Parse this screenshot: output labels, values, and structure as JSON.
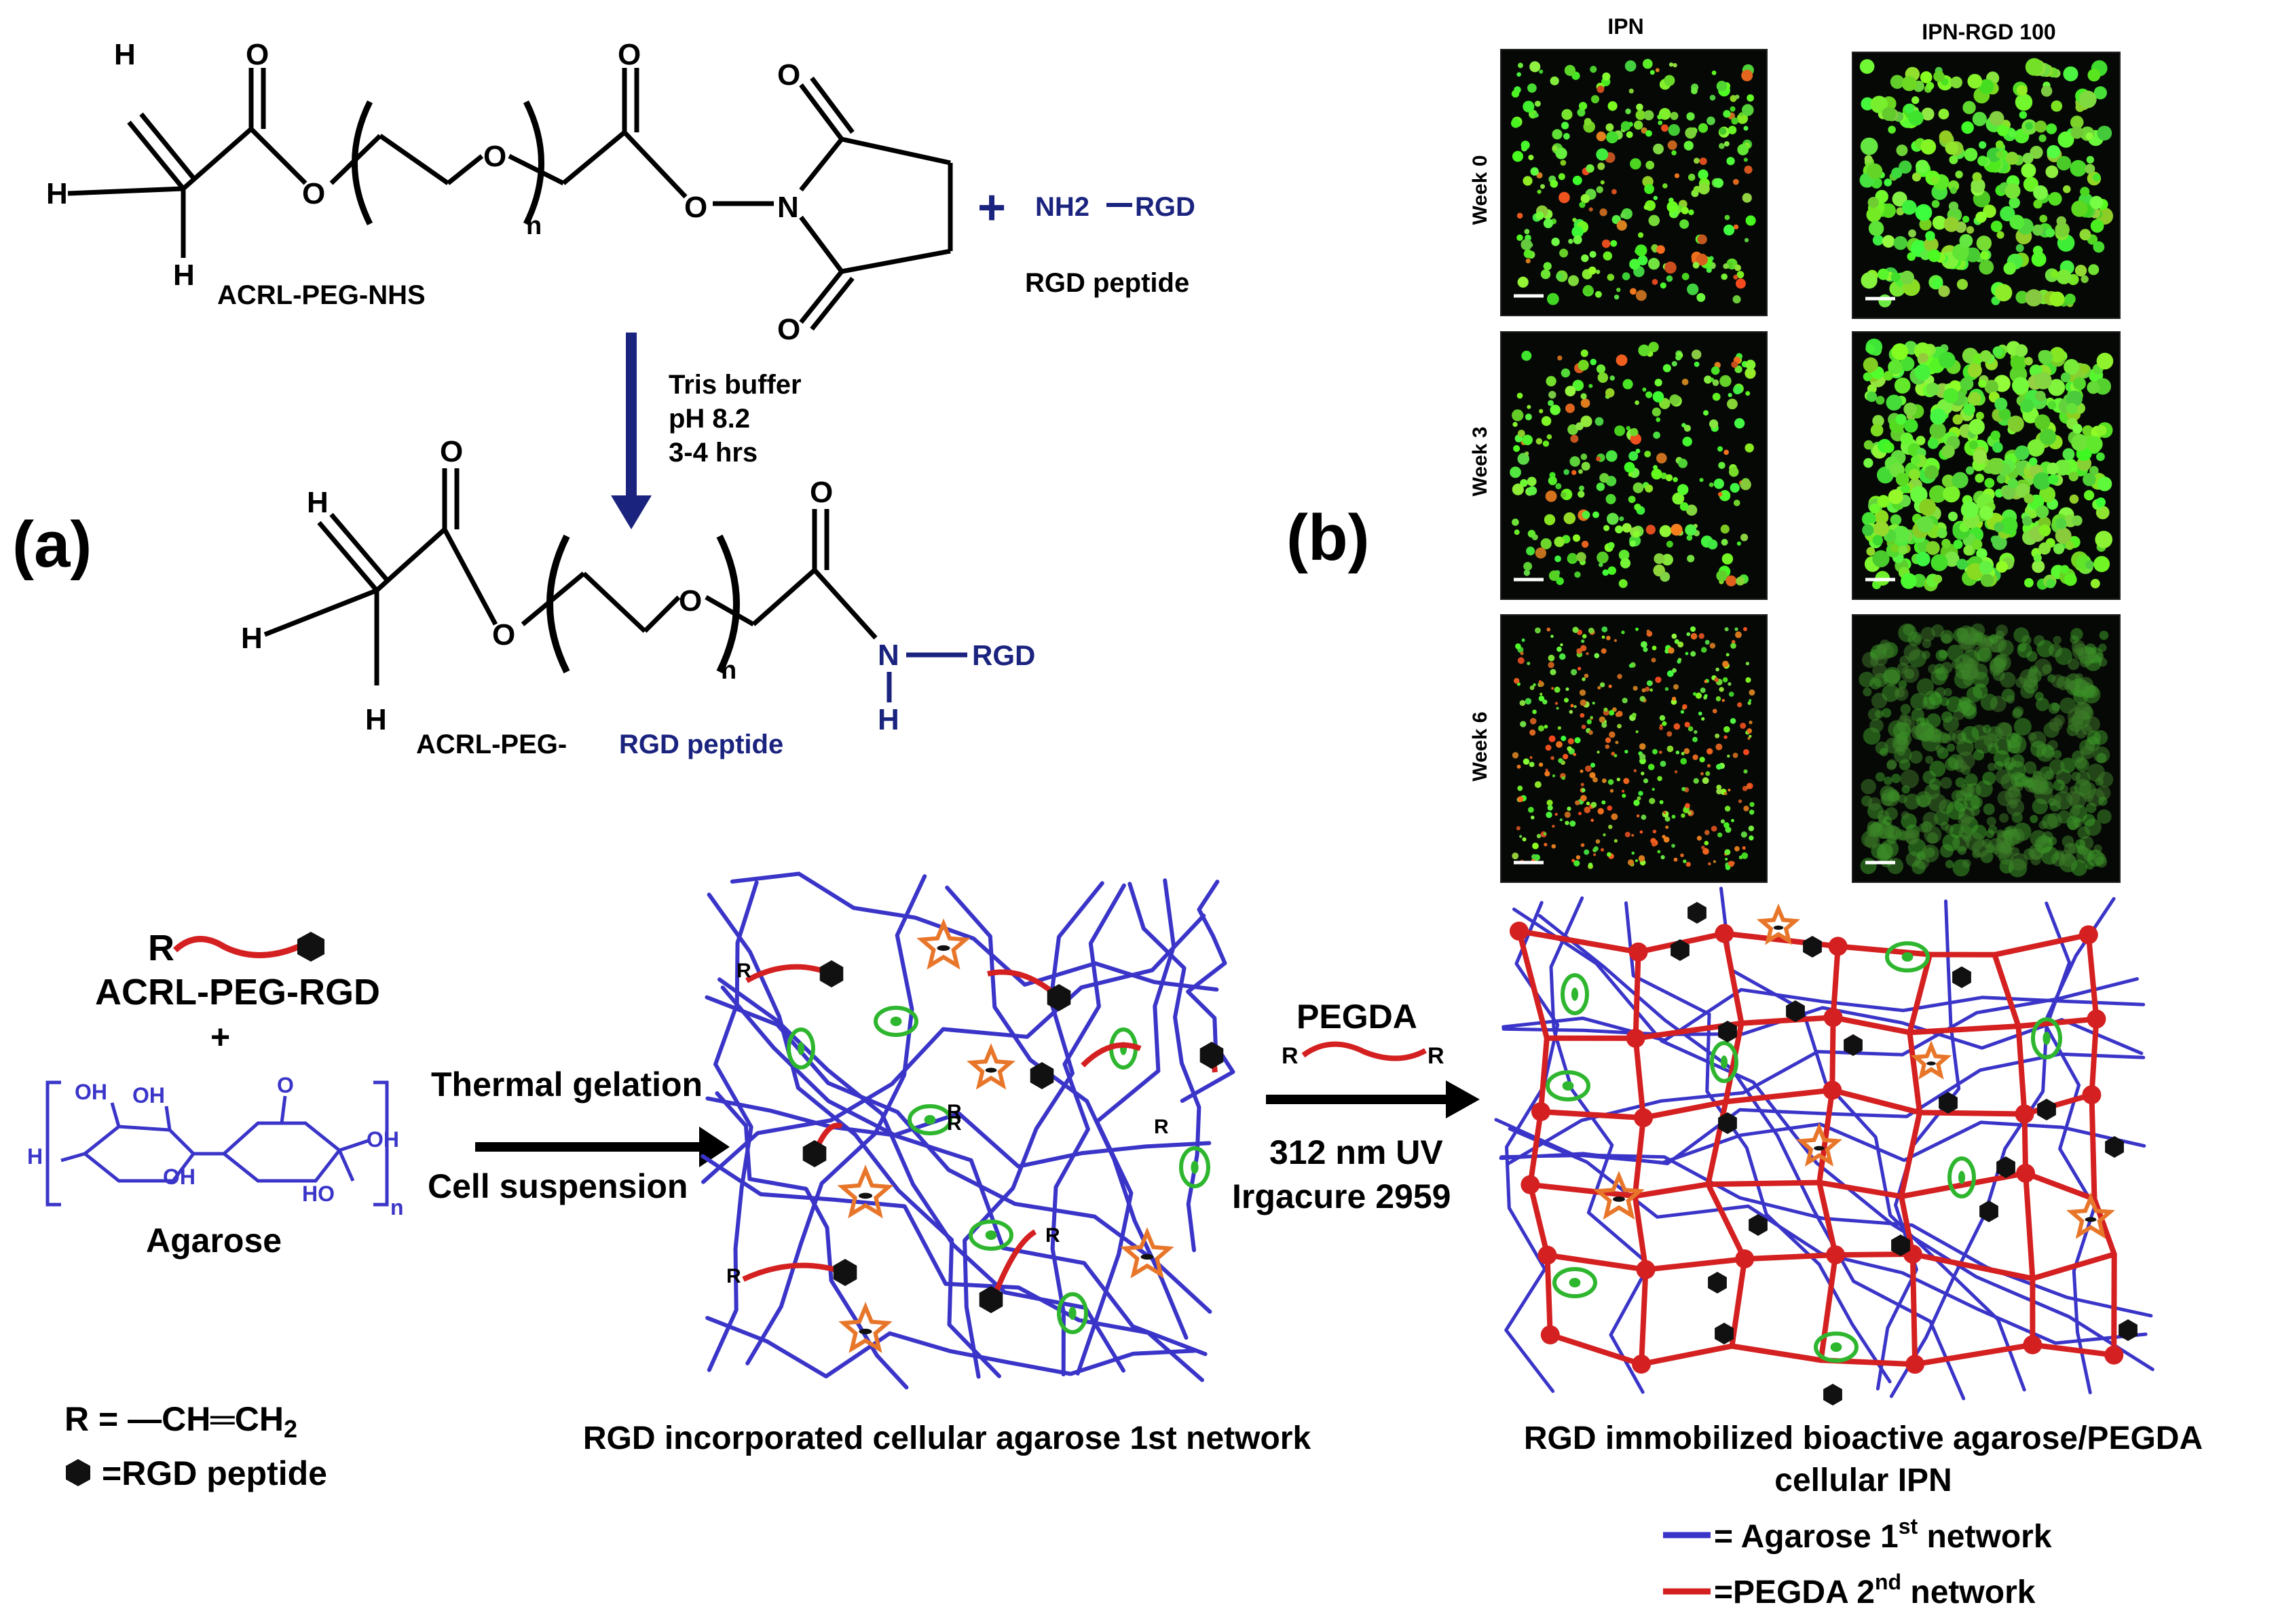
{
  "labels": {
    "panel_a": "(a)",
    "panel_b": "(b)"
  },
  "reaction": {
    "reactant1_name": "ACRL-PEG-NHS",
    "plus": "+",
    "reagent_amine": "NH2",
    "reagent_rgd": "RGD",
    "reagent_name": "RGD peptide",
    "conditions": [
      "Tris buffer",
      "pH 8.2",
      "3-4 hrs"
    ],
    "product_name_prefix": "ACRL-PEG-",
    "product_name_suffix": "RGD peptide",
    "atom_H": "H",
    "atom_O": "O",
    "atom_N": "N",
    "subscript_n": "n",
    "rgd": "RGD"
  },
  "microscopy": {
    "columns": [
      "IPN",
      "IPN-RGD 100"
    ],
    "rows": [
      "Week 0",
      "Week 3",
      "Week 6"
    ]
  },
  "scheme": {
    "acrl_peg_rgd_R": "R",
    "acrl_peg_rgd": "ACRL-PEG-RGD",
    "plus": "+",
    "agarose": "Agarose",
    "agarose_OH": "OH",
    "agarose_HO": "HO",
    "agarose_O": "O",
    "agarose_H": "H",
    "agarose_n": "n",
    "step1_top": "Thermal gelation",
    "step1_bottom": "Cell suspension",
    "network1_caption": "RGD incorporated cellular agarose 1st network",
    "step2_top": "PEGDA",
    "step2_R": "R",
    "step2_cond1": "312 nm UV",
    "step2_cond2": "Irgacure 2959",
    "network2_caption_line1": "RGD immobilized bioactive agarose/PEGDA",
    "network2_caption_line2": "cellular IPN"
  },
  "legend": {
    "r_def": "R = —CH═CH",
    "r_sub": "2",
    "rgd_def": "=RGD peptide",
    "agarose_net": "= Agarose 1",
    "agarose_sup": "st",
    "agarose_tail": " network",
    "pegda_net": "=PEGDA 2",
    "pegda_sup": "nd",
    "pegda_tail": " network"
  },
  "colors": {
    "agarose_blue": "#3a35c8",
    "pegda_red": "#d42020",
    "cell_green": "#2fb62f",
    "star_orange": "#e8762a",
    "peptide_black": "#111111",
    "rgd_text": "#1a237e"
  }
}
